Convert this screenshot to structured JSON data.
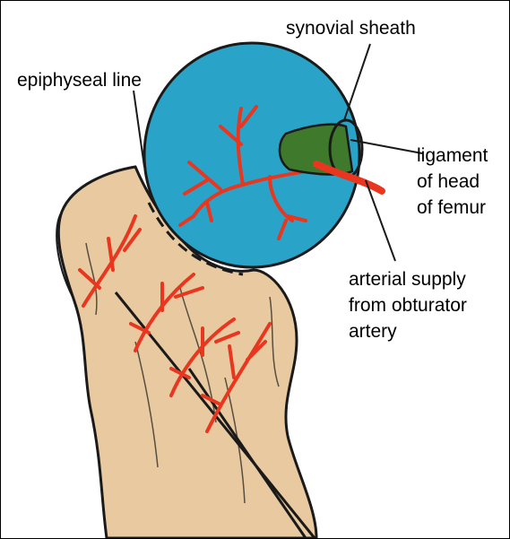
{
  "labels": {
    "synovial_sheath": "synovial sheath",
    "epiphyseal_line": "epiphyseal line",
    "ligament_line1": "ligament",
    "ligament_line2": "of head",
    "ligament_line3": "of femur",
    "arterial_line1": "arterial supply",
    "arterial_line2": "from obturator",
    "arterial_line3": "artery"
  },
  "colors": {
    "bone": "#e8c9a0",
    "femoral_head": "#2aa3c8",
    "artery": "#e8361f",
    "ligament": "#3f7a2c",
    "outline": "#1a1a1a"
  }
}
